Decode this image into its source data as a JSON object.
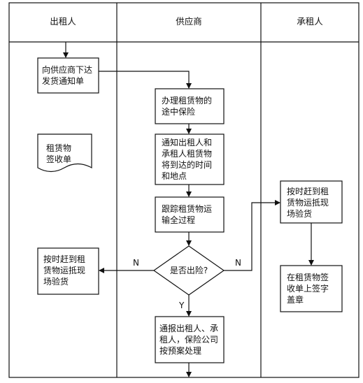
{
  "lanes": {
    "lessor": "出租人",
    "supplier": "供应商",
    "lessee": "承租人"
  },
  "nodes": {
    "issue_notice": "向供应商下达\n发货通知单",
    "receipt_doc": "租赁物\n签收单",
    "lessor_inspect": "按时赶到租\n赁物运抵现\n场验货",
    "insurance": "办理租赁物的\n途中保险",
    "notify": "通知出租人和\n承租人租赁物\n将到达的时间\n和地点",
    "track": "跟踪租赁物运\n输全过程",
    "decision": "是否出险?",
    "report": "通报出租人、承\n租人，保险公司\n按预案处理",
    "lessee_inspect": "按时赶到租\n赁物运抵现\n场验货",
    "sign": "在租赁物签\n收单上签字\n盖章"
  },
  "edge_labels": {
    "left_n": "N",
    "right_n": "N",
    "yes": "Y"
  },
  "colors": {
    "line": "#111111",
    "background": "#ffffff"
  }
}
